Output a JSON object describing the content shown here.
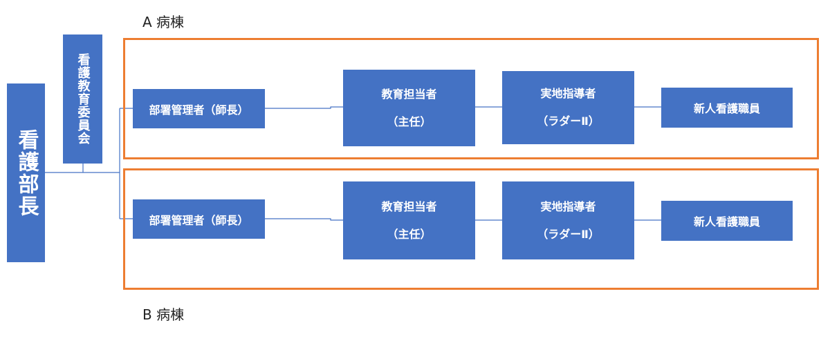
{
  "chief": {
    "label": "看護部長"
  },
  "committee": {
    "label": "看護教育委員会"
  },
  "wards": [
    {
      "label": "A 病棟",
      "manager": "部署管理者（師長）",
      "educator": {
        "line1": "教育担当者",
        "line2": "（主任）"
      },
      "preceptor": {
        "line1": "実地指導者",
        "line2": "（ラダーⅡ）"
      },
      "newnurse": "新人看護職員"
    },
    {
      "label": "B 病棟",
      "manager": "部署管理者（師長）",
      "educator": {
        "line1": "教育担当者",
        "line2": "（主任）"
      },
      "preceptor": {
        "line1": "実地指導者",
        "line2": "（ラダーⅡ）"
      },
      "newnurse": "新人看護職員"
    }
  ],
  "colors": {
    "box": "#4472C4",
    "frame": "#ED7D31",
    "line": "#4472C4"
  }
}
